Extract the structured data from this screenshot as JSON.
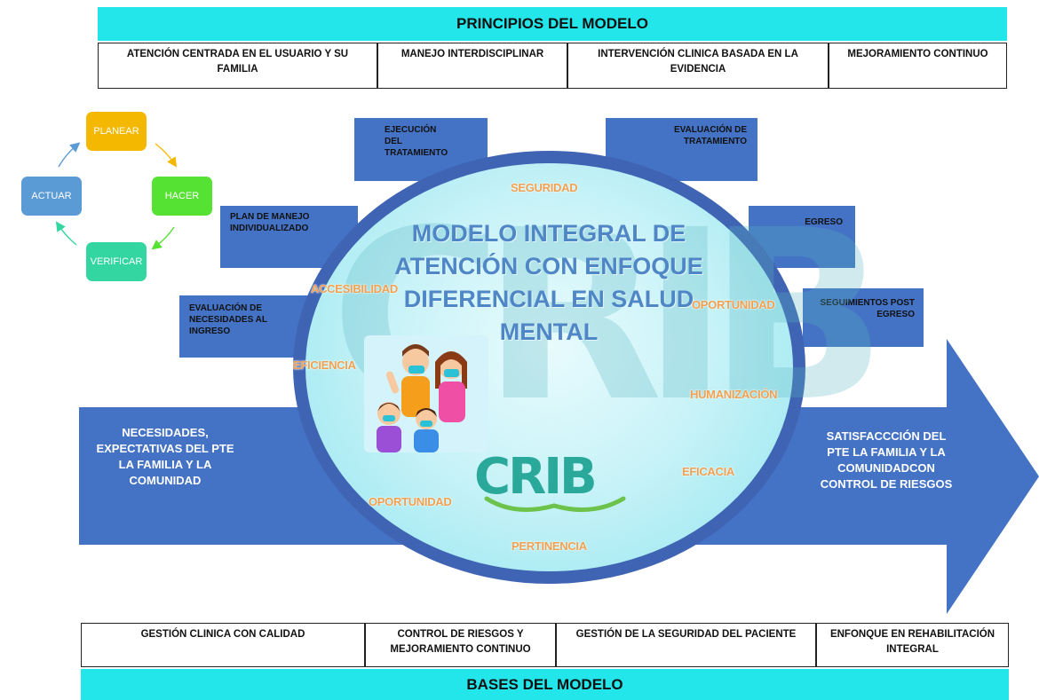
{
  "principles": {
    "title": "PRINCIPIOS DEL MODELO",
    "items": [
      "ATENCIÓN CENTRADA EN EL USUARIO Y SU FAMILIA",
      "MANEJO INTERDISCIPLINAR",
      "INTERVENCIÓN CLINICA BASADA EN LA EVIDENCIA",
      "MEJORAMIENTO CONTINUO"
    ]
  },
  "cycle": {
    "plan": "PLANEAR",
    "do": "HACER",
    "check": "VERIFICAR",
    "act": "ACTUAR",
    "colors": {
      "plan": "#f5b800",
      "do": "#56e233",
      "check": "#33d6a0",
      "act": "#5b9bd5"
    }
  },
  "process": {
    "ejecucion": "EJECUCIÓN DEL TRATAMIENTO",
    "evaluacion_tratamiento": "EVALUACIÓN DE TRATAMIENTO",
    "plan_manejo": "PLAN DE MANEJO INDIVIDUALIZADO",
    "egreso": "EGRESO",
    "evaluacion_necesidades": "EVALUACIÓN DE NECESIDADES AL INGRESO",
    "seguimientos": "SEGUIMIENTOS POST EGRESO"
  },
  "center": {
    "title_lines": [
      "MODELO INTEGRAL DE",
      "ATENCIÓN CON ENFOQUE",
      "DIFERENCIAL EN SALUD",
      "MENTAL"
    ],
    "logo": "CRIB",
    "watermark": "CRIB"
  },
  "qualities": {
    "seguridad": "SEGURIDAD",
    "accesibilidad": "ACCESIBILIDAD",
    "oportunidad_right": "OPORTUNIDAD",
    "eficiencia": "EFICIENCIA",
    "humanizacion": "HUMANIZACIÓN",
    "eficacia": "EFICACIA",
    "oportunidad_bottom": "OPORTUNIDAD",
    "pertinencia": "PERTINENCIA"
  },
  "arrow": {
    "input_text": "NECESIDADES, EXPECTATIVAS DEL PTE LA FAMILIA Y LA COMUNIDAD",
    "output_text": "SATISFACCCIÓN DEL PTE LA FAMILIA Y LA COMUNIDADCON CONTROL DE RIESGOS",
    "color": "#4472c4"
  },
  "bases": {
    "title": "BASES DEL MODELO",
    "items": [
      "GESTIÓN CLINICA CON CALIDAD",
      "CONTROL DE RIESGOS Y MEJORAMIENTO CONTINUO",
      "GESTIÓN DE LA SEGURIDAD DEL PACIENTE",
      "ENFONQUE EN REHABILITACIÓN INTEGRAL"
    ]
  },
  "colors": {
    "accent_cyan": "#22e6ea",
    "quality_orange": "#f0a050",
    "title_blue": "#4f86c6",
    "ellipse_border": "#3f64b4"
  }
}
